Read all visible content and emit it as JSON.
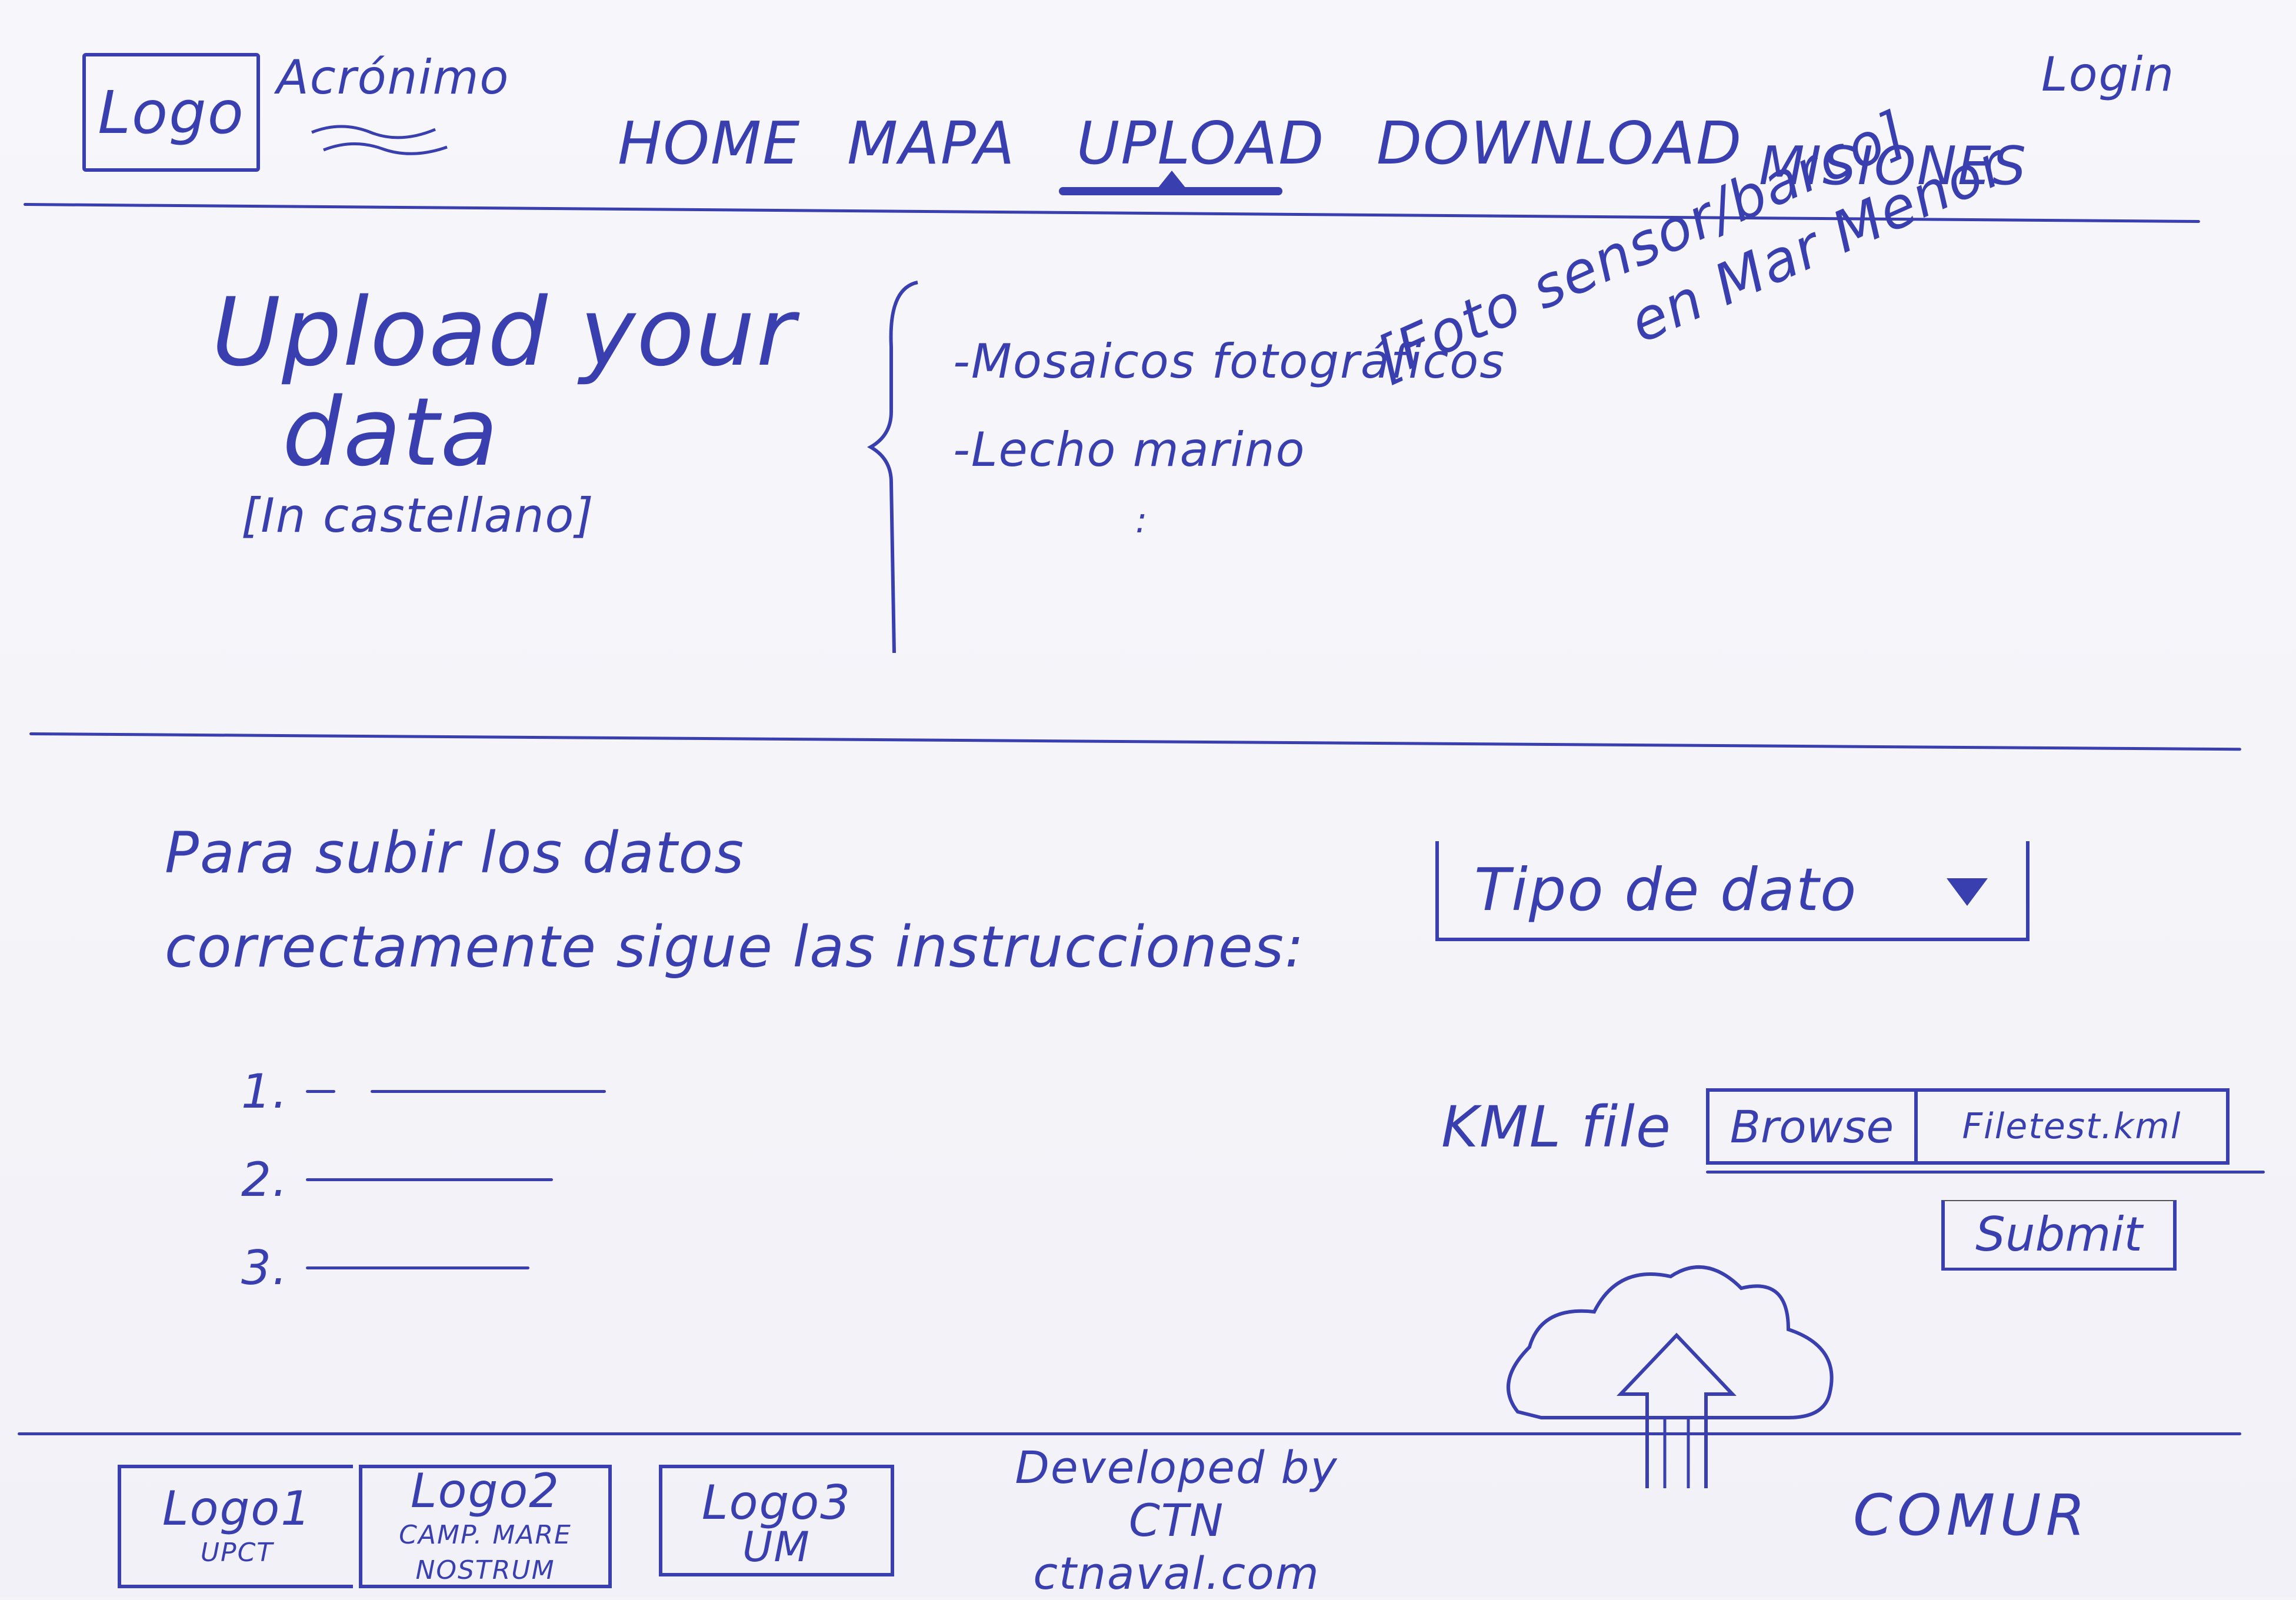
{
  "header": {
    "logo": "Logo",
    "acronym": "Acrónimo",
    "nav": [
      {
        "label": "HOME"
      },
      {
        "label": "MAPA"
      },
      {
        "label": "UPLOAD",
        "active": true
      },
      {
        "label": "DOWNLOAD"
      },
      {
        "label": "MISIONES"
      }
    ],
    "login": "Login"
  },
  "hero": {
    "title_line1": "Upload your",
    "title_line2": "data",
    "subtitle": "[In castellano]",
    "list": [
      "-Mosaicos fotográficos",
      "-Lecho marino"
    ],
    "ellipsis": ":",
    "photo_note_line1": "[Foto sensor/barco]",
    "photo_note_line2": "en Mar Menor"
  },
  "instructions": {
    "line1": "Para subir los datos",
    "line2": "correctamente sigue las instrucciones:",
    "steps": [
      "1.",
      "2.",
      "3."
    ]
  },
  "form": {
    "select_value": "Tipo de dato",
    "kml_label": "KML file",
    "browse_label": "Browse",
    "file_name": "Filetest.kml",
    "submit_label": "Submit"
  },
  "footer": {
    "logo1": {
      "title": "Logo1",
      "sub": "UPCT"
    },
    "logo2": {
      "title": "Logo2",
      "sub": "CAMP. MARE NOSTRUM"
    },
    "logo3": {
      "title": "Logo3",
      "sub": "UM"
    },
    "dev_line1": "Developed by",
    "dev_line2": "CTN",
    "dev_line3": "ctnaval.com",
    "brand": "COMUR"
  },
  "colors": {
    "ink": "#3a3fb0",
    "paper": "#f4f4f8"
  }
}
